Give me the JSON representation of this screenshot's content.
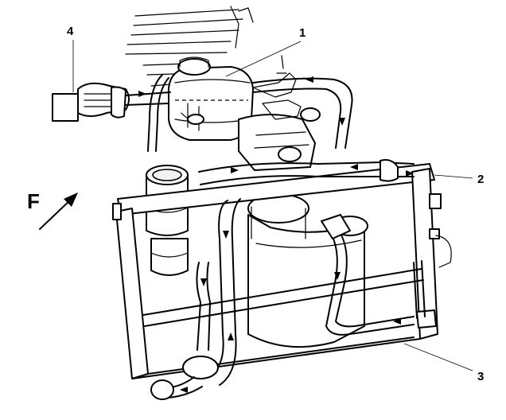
{
  "diagram": {
    "callouts": [
      {
        "id": "1",
        "label": "1"
      },
      {
        "id": "2",
        "label": "2"
      },
      {
        "id": "3",
        "label": "3"
      },
      {
        "id": "4",
        "label": "4"
      }
    ],
    "direction_marker": {
      "label": "F"
    },
    "colors": {
      "line": "#000000",
      "background": "#ffffff"
    }
  }
}
